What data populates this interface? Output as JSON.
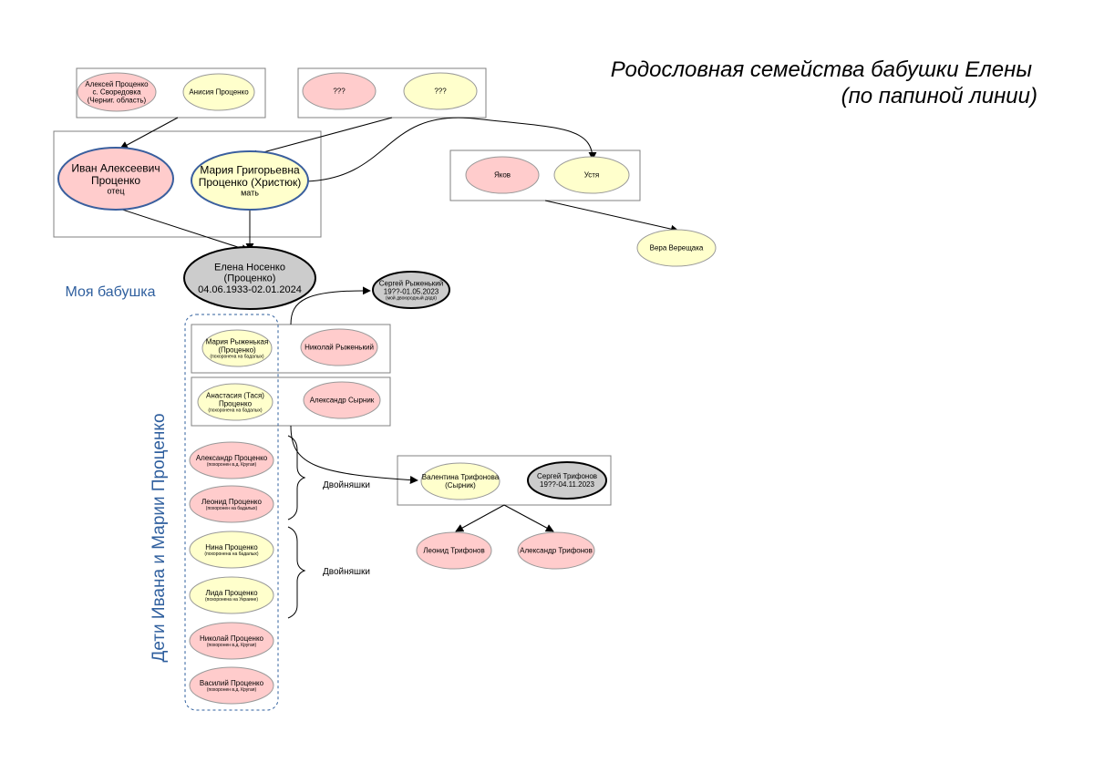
{
  "title": {
    "line1": "Родословная семейства бабушки Елены",
    "line2": "(по папиной линии)"
  },
  "colors": {
    "pink": "#ffcccc",
    "yellow": "#ffffcc",
    "gray": "#cccccc",
    "blue": "#2f5f9e"
  },
  "labels": {
    "my_grandma": "Моя бабушка",
    "children_vertical": "Дети Ивана и Марии Проценко",
    "twins_1": "Двойняшки",
    "twins_2": "Двойняшки"
  },
  "people": {
    "alexey": {
      "lines": [
        "Алексей Проценко",
        "с. Своредовка",
        "(Черниг. область)"
      ]
    },
    "anisia": {
      "lines": [
        "Анисия Проценко"
      ]
    },
    "unknown_m": {
      "lines": [
        "???"
      ]
    },
    "unknown_f": {
      "lines": [
        "???"
      ]
    },
    "ivan": {
      "lines": [
        "Иван Алексеевич",
        "Проценко"
      ],
      "note": "отец"
    },
    "maria": {
      "lines": [
        "Мария Григорьевна",
        "Проценко (Христюк)"
      ],
      "note": "мать"
    },
    "yakov": {
      "lines": [
        "Яков"
      ]
    },
    "ustya": {
      "lines": [
        "Устя"
      ]
    },
    "vera": {
      "lines": [
        "Вера Верещака"
      ]
    },
    "elena": {
      "lines": [
        "Елена Носенко",
        "(Проценко)",
        "04.06.1933-02.01.2024"
      ]
    },
    "sergey_r": {
      "lines": [
        "Сергей Рыженький",
        "19??-01.05.2023"
      ],
      "note": "(мой двоюродный дядя)"
    },
    "maria_r": {
      "lines": [
        "Мария Рыженькая",
        "(Проценко)"
      ],
      "note": "(похоронена на бадалых)"
    },
    "nikolay_r": {
      "lines": [
        "Николай Рыженький"
      ]
    },
    "anastasia": {
      "lines": [
        "Анастасия (Тася)",
        "Проценко"
      ],
      "note": "(похоронена на бадалых)"
    },
    "alexandr_s": {
      "lines": [
        "Александр Сырник"
      ]
    },
    "alexandr_p": {
      "lines": [
        "Александр Проценко"
      ],
      "note": "(похоронен в.д. Кругая)"
    },
    "leonid_p": {
      "lines": [
        "Леонид Проценко"
      ],
      "note": "(похоронен на бадалых)"
    },
    "nina": {
      "lines": [
        "Нина Проценко"
      ],
      "note": "(похоронена на бадалых)"
    },
    "lida": {
      "lines": [
        "Лида Проценко"
      ],
      "note": "(похоронена на Украине)"
    },
    "nikolay_p": {
      "lines": [
        "Николай Проценко"
      ],
      "note": "(похоронен в.д. Кругая)"
    },
    "vasiliy": {
      "lines": [
        "Василий Проценко"
      ],
      "note": "(похоронен в.д. Кругая)"
    },
    "valentina": {
      "lines": [
        "Валентина Трифонова",
        "(Сырник)"
      ]
    },
    "sergey_t": {
      "lines": [
        "Сергей Трифонов",
        "19??-04.11.2023"
      ]
    },
    "leonid_t": {
      "lines": [
        "Леонид Трифонов"
      ]
    },
    "alexandr_t": {
      "lines": [
        "Александр Трифонов"
      ]
    }
  }
}
